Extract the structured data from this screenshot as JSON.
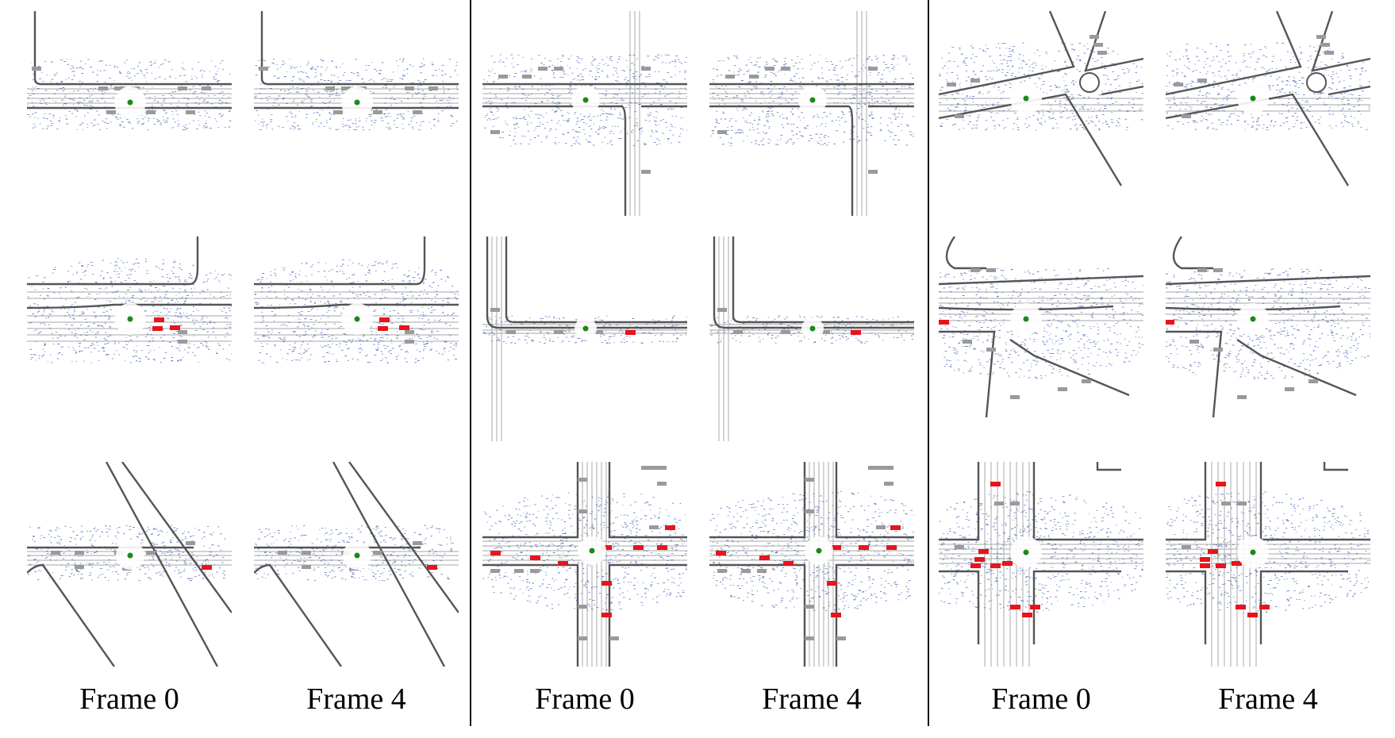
{
  "figure": {
    "groups": [
      {
        "rows": [
          {
            "frames": [
              {
                "label": "Frame 0",
                "variant": 0
              },
              {
                "label": "Frame 4",
                "variant": 1
              }
            ]
          },
          {
            "frames": [
              {
                "label": "Frame 0",
                "variant": 0
              },
              {
                "label": "Frame 4",
                "variant": 1
              }
            ]
          },
          {
            "frames": [
              {
                "label": "Frame 0",
                "variant": 0
              },
              {
                "label": "Frame 4",
                "variant": 1
              }
            ]
          }
        ]
      },
      {
        "rows": [
          {
            "frames": [
              {
                "label": "Frame 0",
                "variant": 0
              },
              {
                "label": "Frame 4",
                "variant": 1
              }
            ]
          },
          {
            "frames": [
              {
                "label": "Frame 0",
                "variant": 0
              },
              {
                "label": "Frame 4",
                "variant": 1
              }
            ]
          },
          {
            "frames": [
              {
                "label": "Frame 0",
                "variant": 0
              },
              {
                "label": "Frame 4",
                "variant": 1
              }
            ]
          }
        ]
      },
      {
        "rows": [
          {
            "frames": [
              {
                "label": "Frame 0",
                "variant": 0
              },
              {
                "label": "Frame 4",
                "variant": 1
              }
            ]
          },
          {
            "frames": [
              {
                "label": "Frame 0",
                "variant": 0
              },
              {
                "label": "Frame 4",
                "variant": 1
              }
            ]
          },
          {
            "frames": [
              {
                "label": "Frame 0",
                "variant": 0
              },
              {
                "label": "Frame 4",
                "variant": 1
              }
            ]
          }
        ]
      }
    ],
    "captions": [
      "Frame 0",
      "Frame 4",
      "Frame 0",
      "Frame 4",
      "Frame 0",
      "Frame 4"
    ],
    "colors": {
      "lidar_points": "#3a5bb0",
      "road_boundary": "#555555",
      "lane_lines": "#b8b8b8",
      "static_objects": "#9a9a9a",
      "dynamic_objects": "#e8141c",
      "ego_vehicle": "#1a8a1a",
      "divider": "#111111"
    }
  }
}
